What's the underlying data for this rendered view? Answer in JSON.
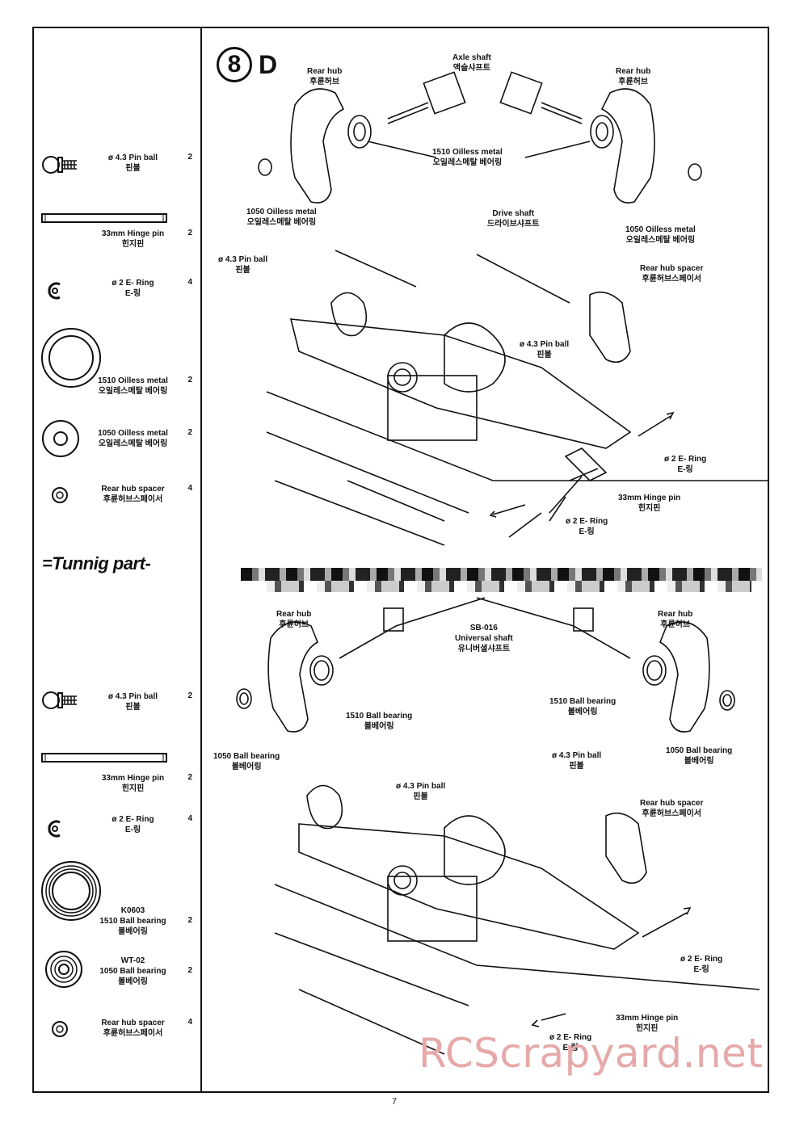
{
  "step": {
    "number": "8",
    "letter": "D"
  },
  "parts_standard": [
    {
      "name": "ø 4.3  Pin ball",
      "name_kr": "핀볼",
      "qty": "2",
      "icon": "pin-ball-icon"
    },
    {
      "name": "33mm  Hinge pin",
      "name_kr": "힌지핀",
      "qty": "2",
      "icon": "hinge-pin-icon"
    },
    {
      "name": "ø 2  E- Ring",
      "name_kr": "E-링",
      "qty": "4",
      "icon": "e-ring-icon"
    },
    {
      "name": "1510  Oilless metal",
      "name_kr": "오일레스메탈 베어링",
      "qty": "2",
      "icon": "large-bearing-icon"
    },
    {
      "name": "1050  Oilless metal",
      "name_kr": "오일레스메탈 베어링",
      "qty": "2",
      "icon": "small-bearing-icon"
    },
    {
      "name": "Rear hub spacer",
      "name_kr": "후륜허브스페이서",
      "qty": "4",
      "icon": "spacer-icon"
    }
  ],
  "tuning_title": "Tunnig part",
  "parts_tuning": [
    {
      "code": "",
      "name": "ø 4.3  Pin ball",
      "name_kr": "핀볼",
      "qty": "2",
      "icon": "pin-ball-icon"
    },
    {
      "code": "",
      "name": "33mm  Hinge pin",
      "name_kr": "힌지핀",
      "qty": "2",
      "icon": "hinge-pin-icon"
    },
    {
      "code": "",
      "name": "ø 2  E- Ring",
      "name_kr": "E-링",
      "qty": "4",
      "icon": "e-ring-icon"
    },
    {
      "code": "K0603",
      "name": "1510  Ball bearing",
      "name_kr": "볼베어링",
      "qty": "2",
      "icon": "ball-bearing-large-icon"
    },
    {
      "code": "WT-02",
      "name": "1050  Ball bearing",
      "name_kr": "볼베어링",
      "qty": "2",
      "icon": "ball-bearing-small-icon"
    },
    {
      "code": "",
      "name": "Rear hub spacer",
      "name_kr": "후륜허브스페이서",
      "qty": "4",
      "icon": "spacer-icon"
    }
  ],
  "top_labels": {
    "axle_shaft": {
      "en": "Axle shaft",
      "kr": "액슬샤프트"
    },
    "rear_hub_left": {
      "en": "Rear hub",
      "kr": "후륜허브"
    },
    "rear_hub_right": {
      "en": "Rear hub",
      "kr": "후륜허브"
    },
    "oilless_1510": {
      "en": "1510  Oilless metal",
      "kr": "오일레스메탈 베어링"
    },
    "oilless_1050_left": {
      "en": "1050  Oilless metal",
      "kr": "오일레스메탈 베어링"
    },
    "oilless_1050_right": {
      "en": "1050  Oilless metal",
      "kr": "오일레스메탈 베어링"
    },
    "drive_shaft": {
      "en": "Drive shaft",
      "kr": "드라이브샤프트"
    },
    "pin_ball_left": {
      "en": "ø 4.3  Pin ball",
      "kr": "핀볼"
    },
    "pin_ball_mid": {
      "en": "ø 4.3  Pin ball",
      "kr": "핀볼"
    },
    "rear_hub_spacer": {
      "en": "Rear hub spacer",
      "kr": "후륜허브스페이서"
    },
    "e_ring_right": {
      "en": "ø 2  E- Ring",
      "kr": "E-링"
    },
    "hinge_pin": {
      "en": "33mm  Hinge pin",
      "kr": "힌지핀"
    },
    "e_ring_bottom": {
      "en": "ø 2  E- Ring",
      "kr": "E-링"
    }
  },
  "bottom_labels": {
    "rear_hub_left": {
      "en": "Rear hub",
      "kr": "후륜허브"
    },
    "rear_hub_right": {
      "en": "Rear hub",
      "kr": "후륜허브"
    },
    "universal_shaft": {
      "code": "SB-016",
      "en": "Universal shaft",
      "kr": "유니버셜샤프트"
    },
    "bearing_1510_left": {
      "en": "1510  Ball bearing",
      "kr": "볼베어링"
    },
    "bearing_1510_right": {
      "en": "1510  Ball bearing",
      "kr": "볼베어링"
    },
    "bearing_1050_left": {
      "en": "1050  Ball bearing",
      "kr": "볼베어링"
    },
    "bearing_1050_right": {
      "en": "1050  Ball bearing",
      "kr": "볼베어링"
    },
    "pin_ball_left": {
      "en": "ø 4.3  Pin ball",
      "kr": "핀볼"
    },
    "pin_ball_right": {
      "en": "ø 4.3  Pin ball",
      "kr": "핀볼"
    },
    "rear_hub_spacer": {
      "en": "Rear hub spacer",
      "kr": "후륜허브스페이서"
    },
    "e_ring_right": {
      "en": "ø 2  E- Ring",
      "kr": "E-링"
    },
    "hinge_pin": {
      "en": "33mm  Hinge pin",
      "kr": "힌지핀"
    },
    "e_ring_bottom": {
      "en": "ø 2  E- Ring",
      "kr": "E-링"
    }
  },
  "page_number": "7",
  "watermark": "RCScrapyard.net"
}
